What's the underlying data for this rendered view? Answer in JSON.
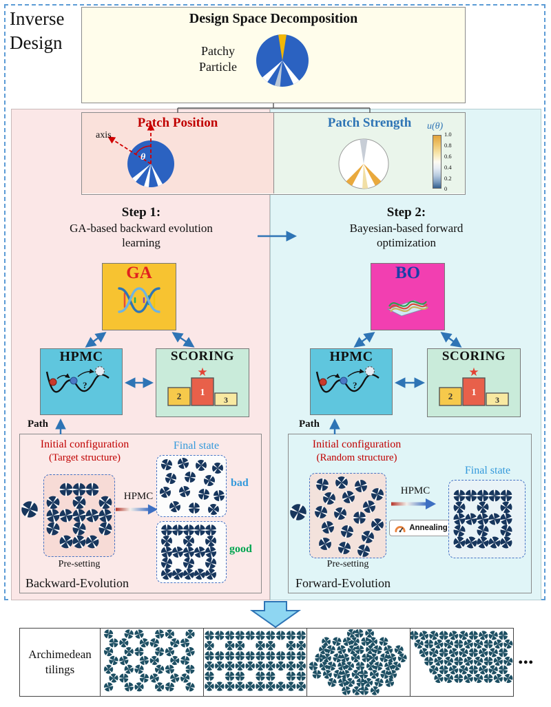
{
  "header": {
    "inverse_design": "Inverse Design"
  },
  "design_space": {
    "title": "Design Space Decomposition",
    "patchy_line1": "Patchy",
    "patchy_line2": "Particle"
  },
  "patch_position": {
    "title": "Patch Position",
    "axis": "axis",
    "theta": "θ"
  },
  "patch_strength": {
    "title": "Patch Strength",
    "u_label": "u(θ)",
    "ticks": [
      "1.0",
      "0.8",
      "0.6",
      "0.4",
      "0.2",
      "0"
    ]
  },
  "step1": {
    "title": "Step 1:",
    "subtitle": "GA-based backward evolution learning",
    "ga": "GA"
  },
  "step2": {
    "title": "Step 2:",
    "subtitle": "Bayesian-based forward optimization",
    "bo": "BO"
  },
  "engine": {
    "hpmc": "HPMC",
    "scoring": "SCORING",
    "podium": [
      "2",
      "1",
      "3"
    ],
    "question": "?",
    "path": "Path"
  },
  "icons": {
    "star": "★"
  },
  "backward": {
    "init_line1": "Initial configuration",
    "init_line2": "(Target structure)",
    "pre_setting": "Pre-setting",
    "hpmc": "HPMC",
    "final_state": "Final state",
    "bad": "bad",
    "good": "good",
    "name": "Backward-Evolution"
  },
  "forward": {
    "init_line1": "Initial configuration",
    "init_line2": "(Random structure)",
    "pre_setting": "Pre-setting",
    "hpmc": "HPMC",
    "annealing": "Annealing",
    "final_state": "Final state",
    "name": "Forward-Evolution"
  },
  "bottom": {
    "label_line1": "Archimedean",
    "label_line2": "tilings",
    "ellipsis": "..."
  },
  "colors": {
    "accent_blue": "#2E74B5",
    "dark_red": "#C00000",
    "particle_navy": "#17365D",
    "tiling_teal": "#1D4F63",
    "ga_yellow": "#F7C331",
    "bo_magenta": "#F23FB1",
    "hpmc_cyan": "#5FC6DE",
    "scoring_mint": "#C9EBDA"
  }
}
